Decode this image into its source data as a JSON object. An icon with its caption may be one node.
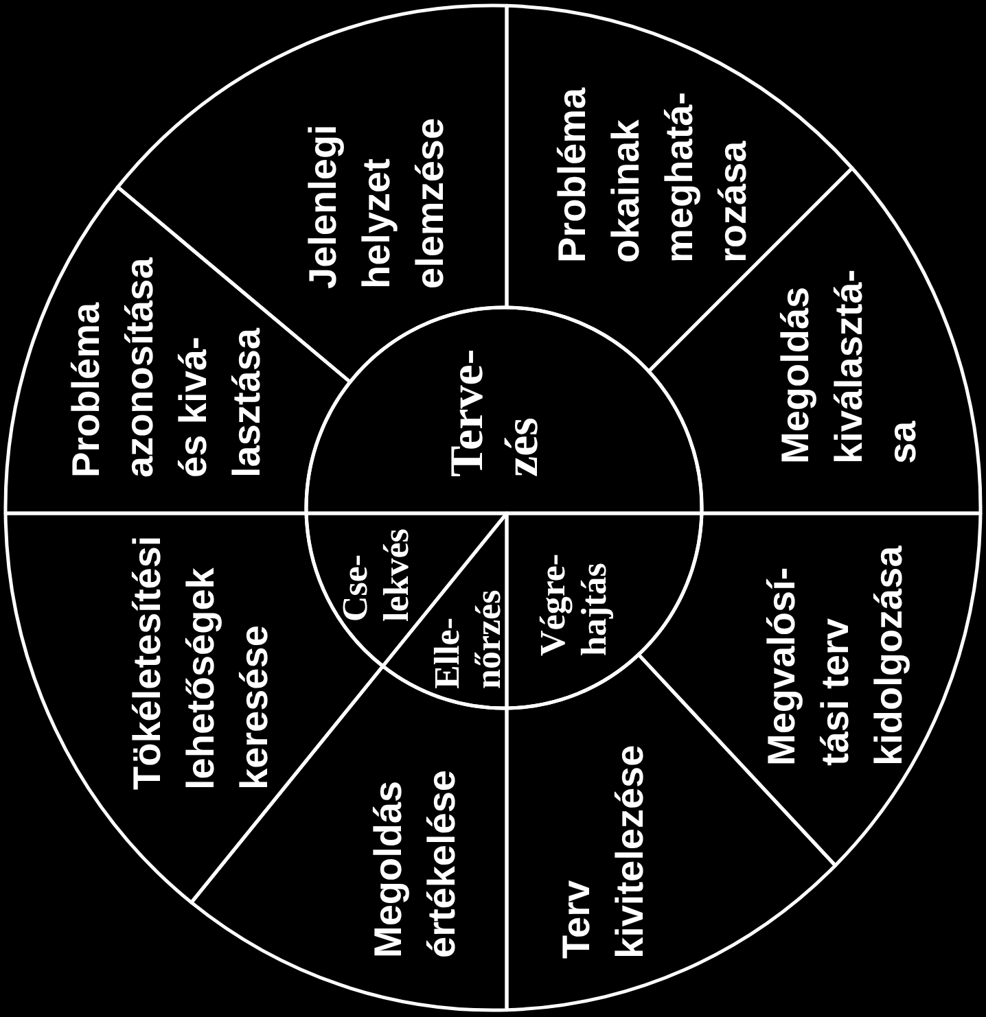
{
  "diagram": {
    "nodes": [
      {
        "text": [
          "Terve- zés"
        ]
      },
      {
        "text": [
          "Végre- hajtás"
        ]
      },
      {
        "text": [
          "Elle- nőrzés"
        ]
      },
      {
        "text": [
          "Cse- lekvés"
        ]
      },
      {
        "text": [
          "Probléma azonosítása és kivá- lasztása"
        ]
      },
      {
        "text": [
          "Jelenlegi helyzet elemzése"
        ]
      },
      {
        "text": [
          "Probléma okainak meghatá- rozása"
        ]
      },
      {
        "text": [
          "Megoldás kiválasztá- sa"
        ]
      },
      {
        "text": [
          "Megvalósí- tási terv kidolgozása"
        ]
      },
      {
        "text": [
          "Terv kivitelezése"
        ]
      },
      {
        "text": [
          "Megoldás értékelése"
        ]
      },
      {
        "text": [
          "Tökéletesítési lehetőségek keresése"
        ]
      }
    ]
  }
}
